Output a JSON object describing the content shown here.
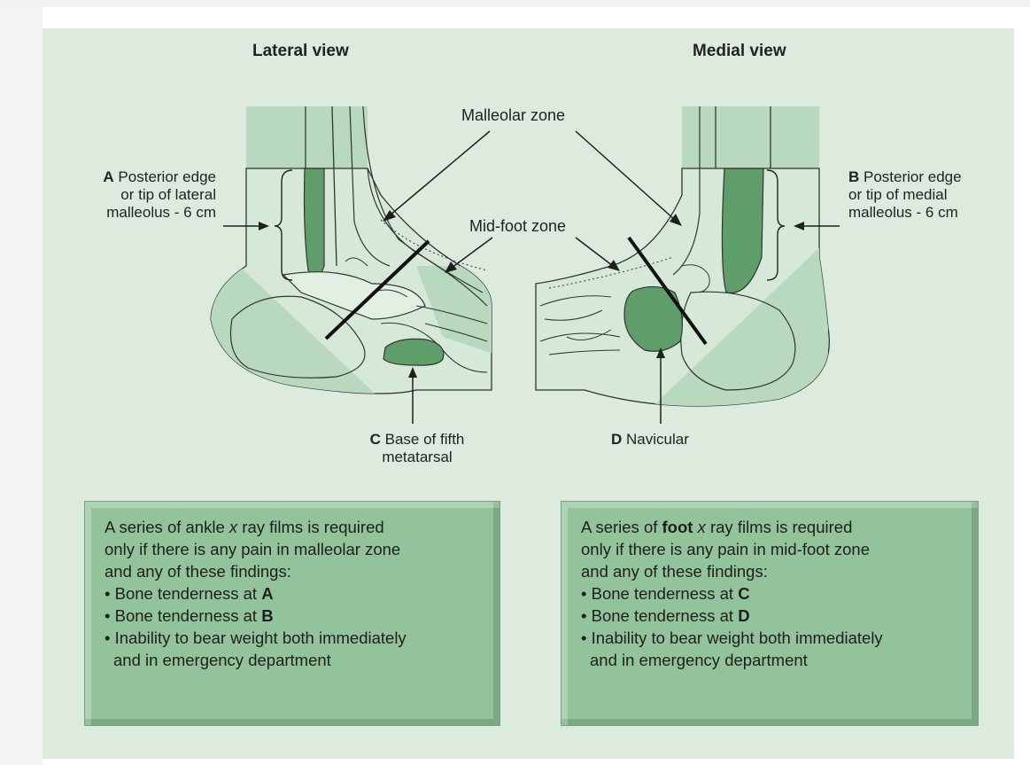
{
  "views": {
    "lateral": "Lateral view",
    "medial": "Medial view"
  },
  "zones": {
    "malleolar": "Malleolar zone",
    "midfoot": "Mid-foot zone"
  },
  "points": {
    "a": {
      "letter": "A",
      "line1": "Posterior edge",
      "line2": "or tip of lateral",
      "line3": "malleolus - 6 cm"
    },
    "b": {
      "letter": "B",
      "line1": "Posterior edge",
      "line2": "or tip of medial",
      "line3": "malleolus - 6 cm"
    },
    "c": {
      "letter": "C",
      "line1": "Base of fifth",
      "line2": "metatarsal"
    },
    "d": {
      "letter": "D",
      "text": "Navicular"
    }
  },
  "ankle_box": {
    "intro1_pre": "A series of ankle ",
    "intro1_it": "x",
    "intro1_post": " ray films is required",
    "intro2": "only if there is any pain in malleolar zone",
    "intro3": "and any of these findings:",
    "b1_text": "• Bone tenderness at ",
    "b1_letter": "A",
    "b2_text": "• Bone tenderness at ",
    "b2_letter": "B",
    "b3_line1": "• Inability to bear weight both immediately",
    "b3_line2": "and in emergency department"
  },
  "foot_box": {
    "intro1_pre": "A series of ",
    "intro1_bold": "foot",
    "intro1_it": "x",
    "intro1_post": " ray films is required",
    "intro2": "only if there is any pain in mid-foot zone",
    "intro3": "and any of these findings:",
    "b1_text": "• Bone tenderness at ",
    "b1_letter": "C",
    "b2_text": "• Bone tenderness at ",
    "b2_letter": "D",
    "b3_line1": "• Inability to bear weight both immediately",
    "b3_line2": "and in emergency department"
  },
  "colors": {
    "panel_bg": "#dcebde",
    "light_green": "#b9d9be",
    "dark_green": "#5f9e6b",
    "box_green": "#92c39b"
  }
}
